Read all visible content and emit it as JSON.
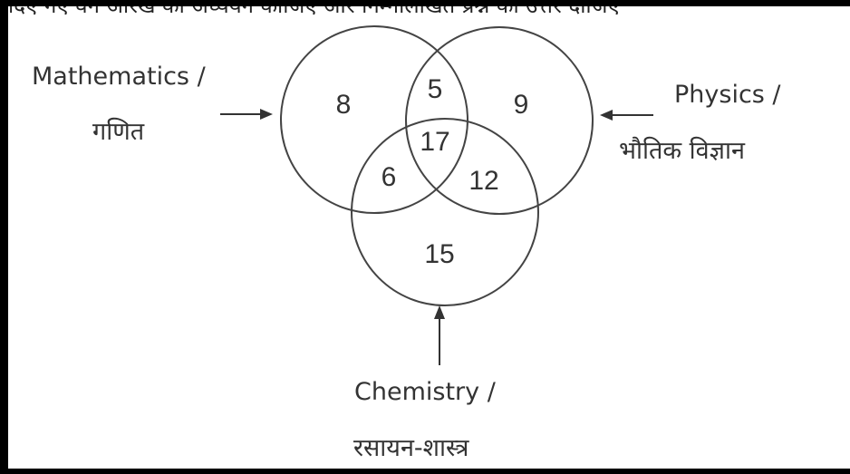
{
  "header": {
    "partial_text": "दिए गए वेन आरेख का अध्ययन कीजिए और निम्नलिखित प्रश्न का उत्तर दीजिए"
  },
  "labels": {
    "math_en": "Mathematics /",
    "math_hi": "गणित",
    "physics_en": "Physics /",
    "physics_hi": "भौतिक विज्ञान",
    "chemistry_en": "Chemistry /",
    "chemistry_hi": "रसायन-शास्त्र"
  },
  "regions": {
    "math_only": "8",
    "math_physics": "5",
    "physics_only": "9",
    "all_three": "17",
    "math_chemistry": "6",
    "physics_chemistry": "12",
    "chemistry_only": "15"
  },
  "colors": {
    "background": "#ffffff",
    "frame": "#000000",
    "ink": "#333333"
  }
}
